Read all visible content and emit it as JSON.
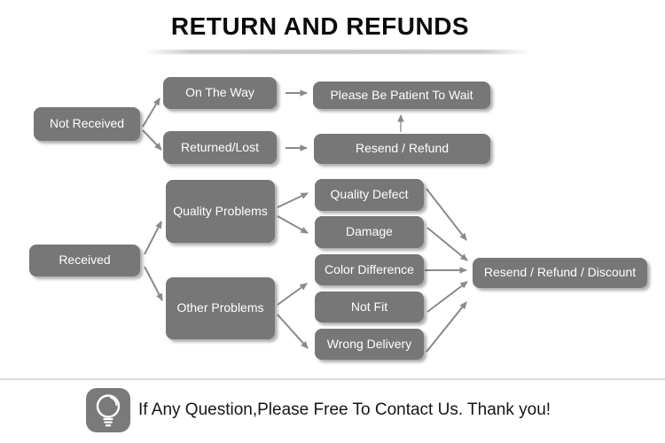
{
  "title": "RETURN AND REFUNDS",
  "nodes": {
    "not_received": {
      "label": "Not Received"
    },
    "on_the_way": {
      "label": "On The Way"
    },
    "returned_lost": {
      "label": "Returned/Lost"
    },
    "please_wait": {
      "label": "Please Be Patient To Wait"
    },
    "resend_refund": {
      "label": "Resend / Refund"
    },
    "received": {
      "label": "Received"
    },
    "quality_problems": {
      "label": "Quality Problems"
    },
    "other_problems": {
      "label": "Other Problems"
    },
    "quality_defect": {
      "label": "Quality Defect"
    },
    "damage": {
      "label": "Damage"
    },
    "color_difference": {
      "label": "Color Difference"
    },
    "not_fit": {
      "label": "Not Fit"
    },
    "wrong_delivery": {
      "label": "Wrong Delivery"
    },
    "resend_refund_discount": {
      "label": "Resend / Refund / Discount"
    }
  },
  "edges": [
    {
      "from": "not_received",
      "to": "on_the_way"
    },
    {
      "from": "not_received",
      "to": "returned_lost"
    },
    {
      "from": "on_the_way",
      "to": "please_wait"
    },
    {
      "from": "returned_lost",
      "to": "resend_refund"
    },
    {
      "from": "resend_refund",
      "to": "please_wait"
    },
    {
      "from": "received",
      "to": "quality_problems"
    },
    {
      "from": "received",
      "to": "other_problems"
    },
    {
      "from": "quality_problems",
      "to": "quality_defect"
    },
    {
      "from": "quality_problems",
      "to": "damage"
    },
    {
      "from": "other_problems",
      "to": "color_difference"
    },
    {
      "from": "other_problems",
      "to": "wrong_delivery"
    },
    {
      "from": "quality_defect",
      "to": "resend_refund_discount"
    },
    {
      "from": "damage",
      "to": "resend_refund_discount"
    },
    {
      "from": "color_difference",
      "to": "resend_refund_discount"
    },
    {
      "from": "not_fit",
      "to": "resend_refund_discount"
    },
    {
      "from": "wrong_delivery",
      "to": "resend_refund_discount"
    }
  ],
  "footer": {
    "icon": "lightbulb-icon",
    "message": "If Any Question,Please Free To Contact Us. Thank you!"
  },
  "colors": {
    "node_fill": "#777777",
    "node_text": "#ffffff",
    "arrow": "#8a8a8a",
    "title_text": "#0b0b0b",
    "divider": "#dcdcdc"
  }
}
